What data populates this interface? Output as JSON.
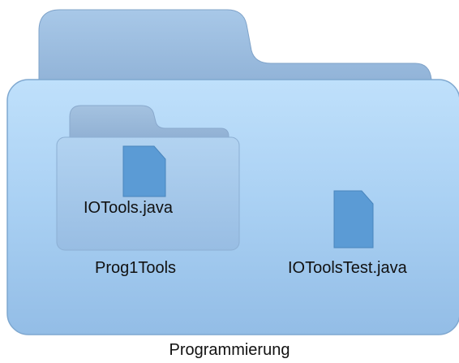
{
  "root_folder": {
    "name": "Programmierung",
    "icon": "folder-icon",
    "color": "#a9d1f5"
  },
  "subfolder": {
    "name": "Prog1Tools",
    "icon": "folder-icon",
    "file": {
      "name": "IOTools.java",
      "icon": "file-icon"
    }
  },
  "root_file": {
    "name": "IOToolsTest.java",
    "icon": "file-icon",
    "color": "#5b9bd5"
  }
}
